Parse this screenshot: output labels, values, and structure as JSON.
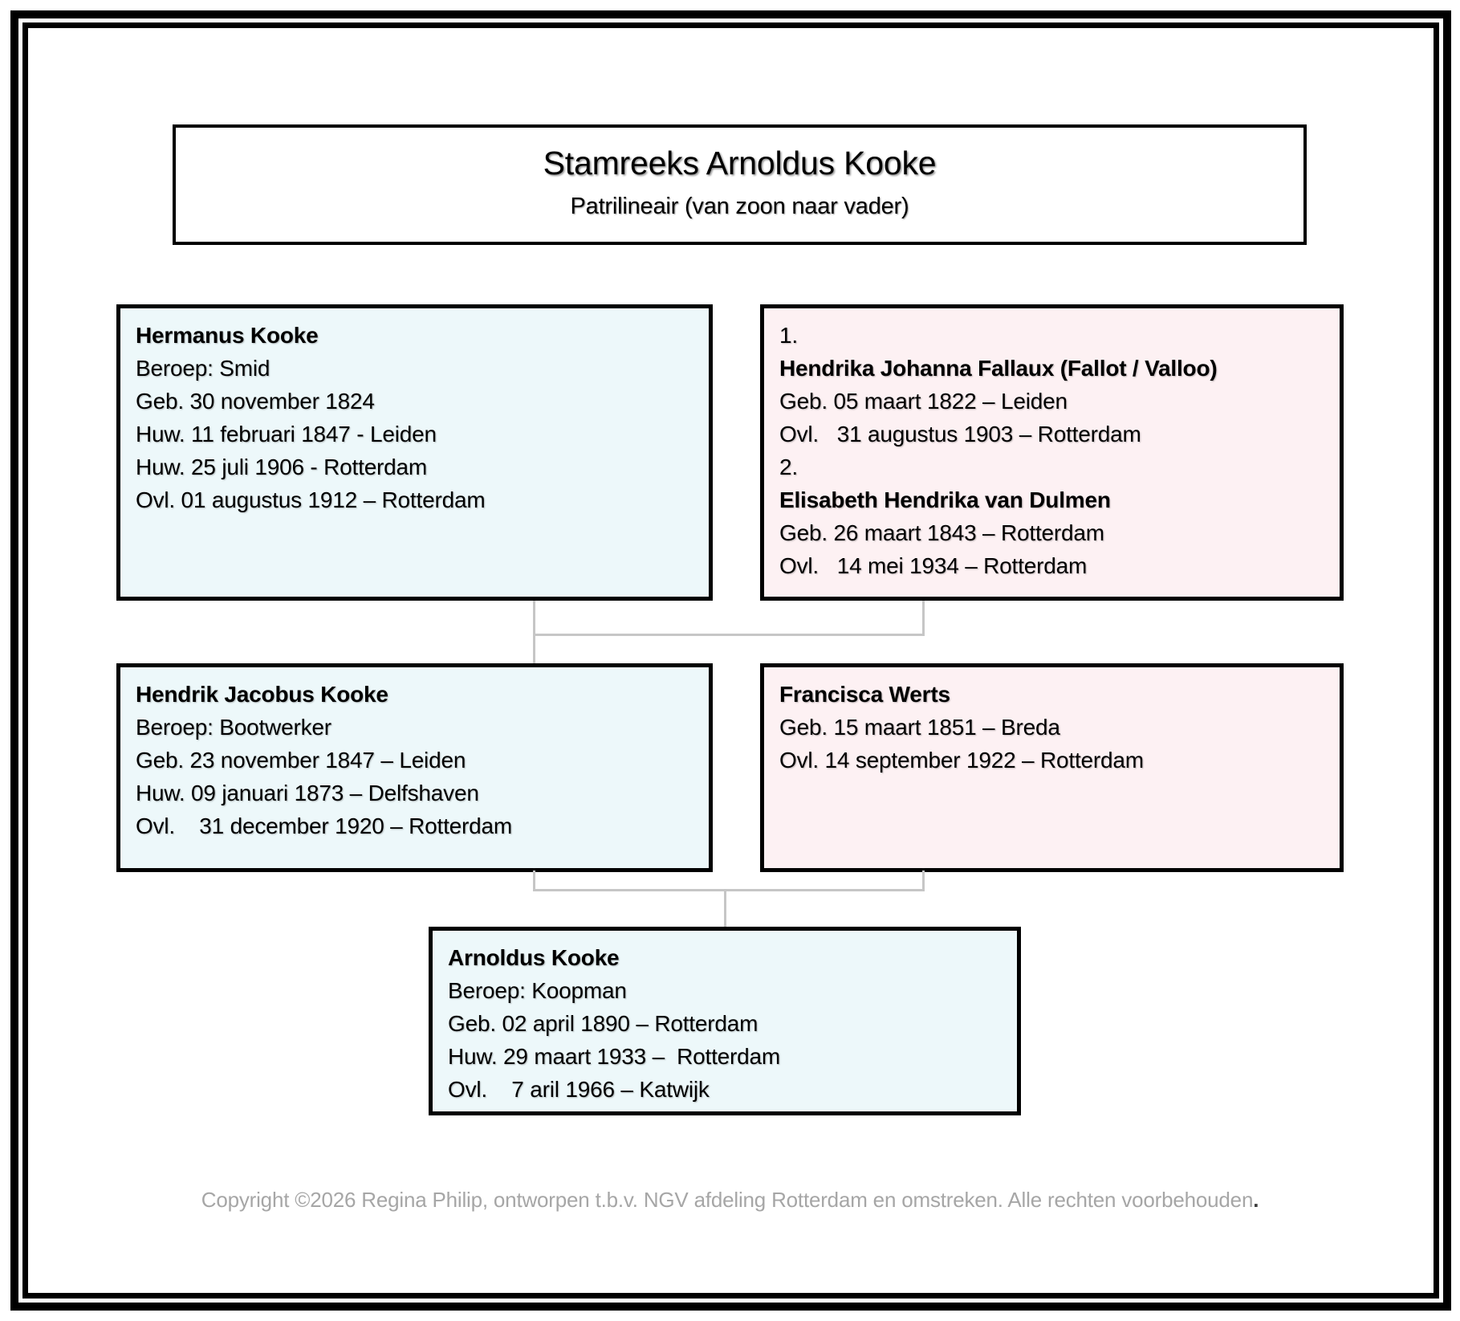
{
  "header": {
    "title": "Stamreeks Arnoldus Kooke",
    "subtitle": "Patrilineair (van zoon naar vader)"
  },
  "colors": {
    "male_card_fill": "#edf8fa",
    "female_card_fill": "#fdf1f3",
    "card_border": "#000000",
    "connector_line": "#c6c6c6",
    "copyright_text": "#a6a6a6"
  },
  "cards": {
    "hermanus": {
      "lines": [
        "Hermanus Kooke",
        "Beroep: Smid",
        "Geb. 30 november 1824",
        "Huw. 11 februari 1847 - Leiden",
        "Huw. 25 juli 1906 - Rotterdam",
        "Ovl. 01 augustus 1912 – Rotterdam"
      ]
    },
    "wives": {
      "lines": [
        "1.",
        "Hendrika Johanna Fallaux (Fallot / Valloo)",
        "Geb. 05 maart 1822 – Leiden",
        "Ovl.   31 augustus 1903 – Rotterdam",
        "2.",
        "Elisabeth Hendrika van Dulmen",
        "Geb. 26 maart 1843 – Rotterdam",
        "Ovl.   14 mei 1934 – Rotterdam"
      ]
    },
    "hendrik": {
      "lines": [
        "Hendrik Jacobus Kooke",
        "Beroep: Bootwerker",
        "Geb. 23 november 1847 – Leiden",
        "Huw. 09 januari 1873 – Delfshaven",
        "Ovl.    31 december 1920 – Rotterdam"
      ]
    },
    "francisca": {
      "lines": [
        "Francisca Werts",
        "Geb. 15 maart 1851 – Breda",
        "Ovl. 14 september 1922 – Rotterdam"
      ]
    },
    "arnoldus": {
      "lines": [
        "Arnoldus Kooke",
        "Beroep: Koopman",
        "Geb. 02 april 1890 – Rotterdam",
        "Huw. 29 maart 1933 –  Rotterdam",
        "Ovl.    7 aril 1966 – Katwijk"
      ]
    }
  },
  "footer": {
    "copyright": "Copyright ©2026 Regina Philip, ontworpen t.b.v. NGV afdeling Rotterdam en omstreken. Alle rechten voorbehouden",
    "copyright_period": "."
  }
}
